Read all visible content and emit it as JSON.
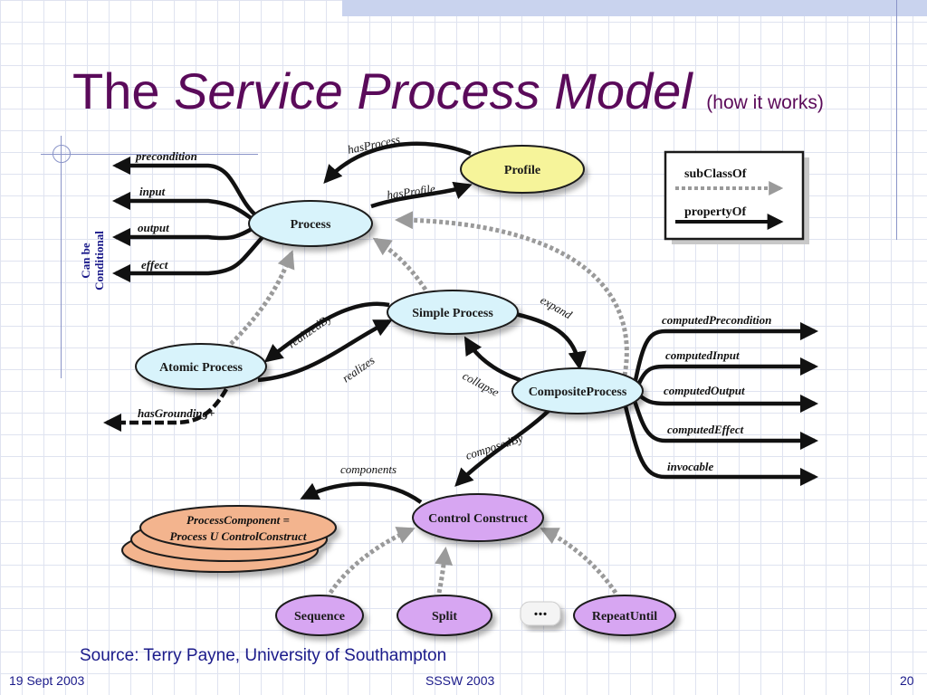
{
  "title": {
    "prefix": "The",
    "italic": "Service Process Model",
    "suffix": "(how it works)"
  },
  "nodes": {
    "profile": "Profile",
    "process": "Process",
    "simple": "Simple Process",
    "atomic": "Atomic Process",
    "composite": "CompositeProcess",
    "control": "Control Construct",
    "sequence": "Sequence",
    "split": "Split",
    "repeat": "RepeatUntil",
    "component_line1": "ProcessComponent =",
    "component_line2": "Process U ControlConstruct",
    "ellipsis": "..."
  },
  "edges": {
    "hasProcess": "hasProcess",
    "hasProfile": "hasProfile",
    "realizedBy": "realizedBy",
    "realizes": "realizes",
    "expand": "expand",
    "collapse": "collapse",
    "composedBy": "composedBy",
    "components": "components",
    "hasGrounding": "hasGrounding+"
  },
  "process_properties": [
    "precondition",
    "input",
    "output",
    "effect"
  ],
  "composite_properties": [
    "computedPrecondition",
    "computedInput",
    "computedOutput",
    "computedEffect",
    "invocable"
  ],
  "side_label": {
    "line1": "Can be",
    "line2": "Conditional"
  },
  "legend": {
    "subclass": "subClassOf",
    "property": "propertyOf"
  },
  "source": "Source: Terry Payne, University of Southampton",
  "footer": {
    "date": "19 Sept 2003",
    "event": "SSSW 2003",
    "page": "20"
  },
  "colors": {
    "title": "#5a0a5a",
    "profile": "#f6f49a",
    "process": "#d8f3fb",
    "control": "#d7a6f2",
    "component": "#f3b48e",
    "footer": "#1a1a8a"
  }
}
